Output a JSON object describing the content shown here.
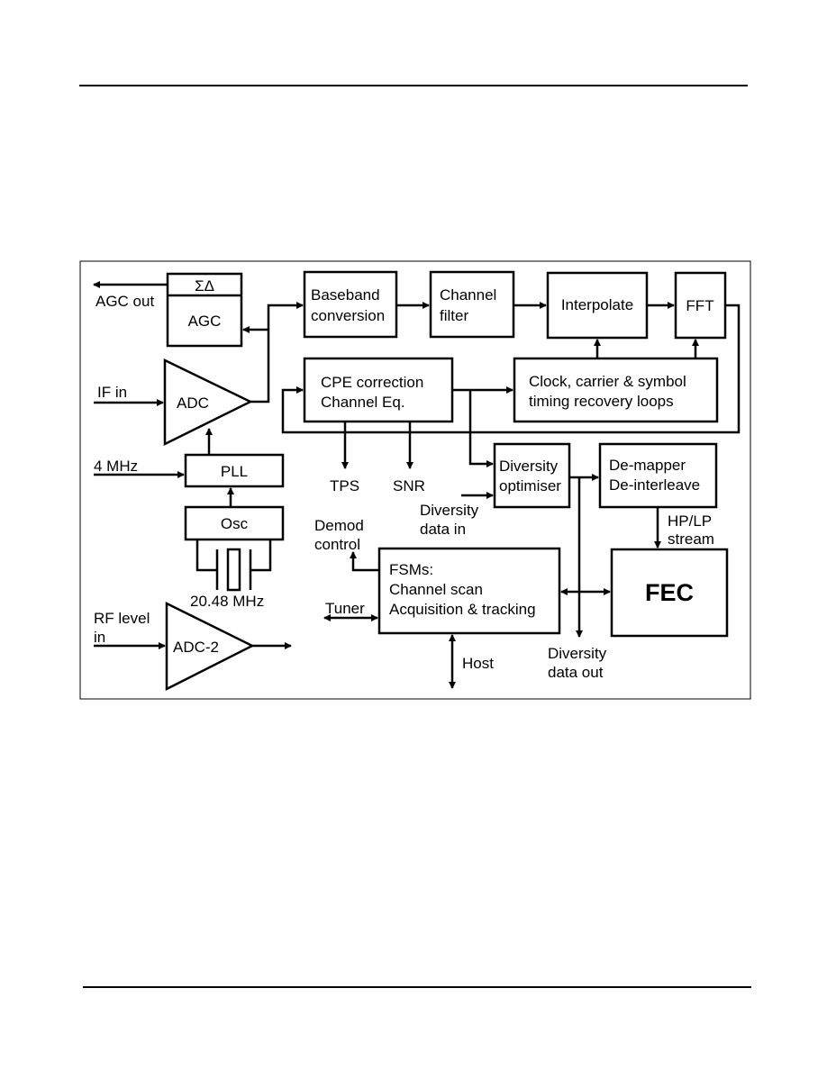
{
  "blocks": {
    "sigma_delta": "ΣΔ",
    "agc": "AGC",
    "baseband": [
      "Baseband",
      "conversion"
    ],
    "channel_filter": [
      "Channel",
      "filter"
    ],
    "interpolate": "Interpolate",
    "fft": "FFT",
    "cpe": [
      "CPE correction",
      "Channel Eq."
    ],
    "clock": [
      "Clock, carrier & symbol",
      "timing recovery loops"
    ],
    "adc": "ADC",
    "pll": "PLL",
    "osc": "Osc",
    "diversity_optimiser": [
      "Diversity",
      "optimiser"
    ],
    "demapper": [
      "De-mapper",
      "De-interleave"
    ],
    "fsms": [
      "FSMs:",
      "Channel scan",
      "Acquisition & tracking"
    ],
    "fec": "FEC",
    "adc2": "ADC-2"
  },
  "labels": {
    "agc_out": "AGC out",
    "if_in": "IF in",
    "four_mhz": "4 MHz",
    "crystal_freq": "20.48 MHz",
    "rf_level": [
      "RF level",
      "in"
    ],
    "tps": "TPS",
    "snr": "SNR",
    "diversity_data_in": [
      "Diversity",
      "data in"
    ],
    "demod_control": [
      "Demod",
      "control"
    ],
    "tuner": "Tuner",
    "host": "Host",
    "hp_lp_stream": [
      "HP/LP",
      "stream"
    ],
    "diversity_data_out": [
      "Diversity",
      "data out"
    ]
  }
}
